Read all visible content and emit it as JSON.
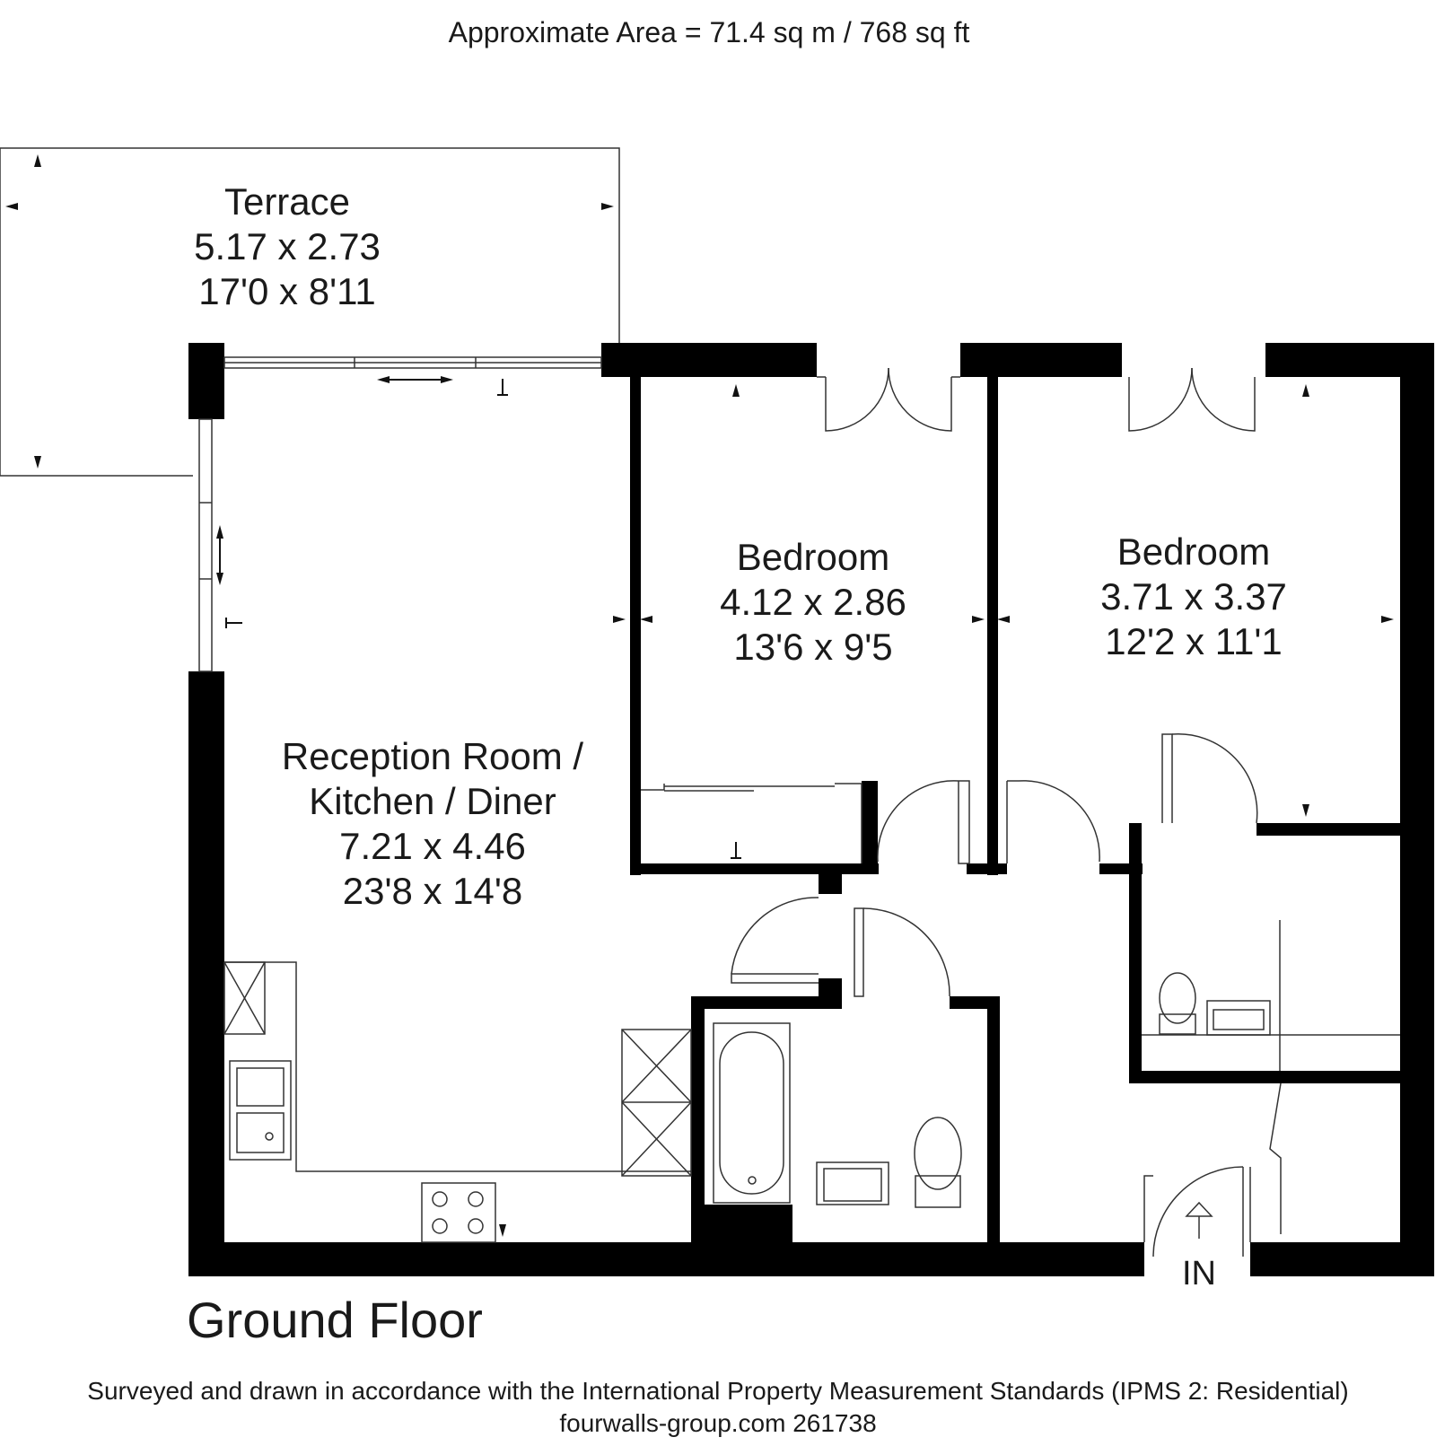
{
  "header": {
    "area": "Approximate Area = 71.4 sq m / 768 sq ft"
  },
  "rooms": {
    "terrace": {
      "name": "Terrace",
      "metric": "5.17 x 2.73",
      "imperial": "17'0 x 8'11"
    },
    "bedroom_1": {
      "name": "Bedroom",
      "metric": "4.12 x 2.86",
      "imperial": "13'6 x 9'5"
    },
    "bedroom_2": {
      "name": "Bedroom",
      "metric": "3.71 x 3.37",
      "imperial": "12'2 x 11'1"
    },
    "reception": {
      "line1": "Reception Room /",
      "line2": "Kitchen / Diner",
      "metric": "7.21 x 4.46",
      "imperial": "23'8 x 14'8"
    }
  },
  "entrance_label": "IN",
  "floor_title": "Ground Floor",
  "footer": {
    "line1": "Surveyed and drawn in accordance with the International Property Measurement Standards (IPMS 2: Residential)",
    "line2": "fourwalls-group.com 261738"
  },
  "colors": {
    "wall": "#000000",
    "line": "#333333",
    "text": "#1a1a1a",
    "background": "#ffffff"
  }
}
